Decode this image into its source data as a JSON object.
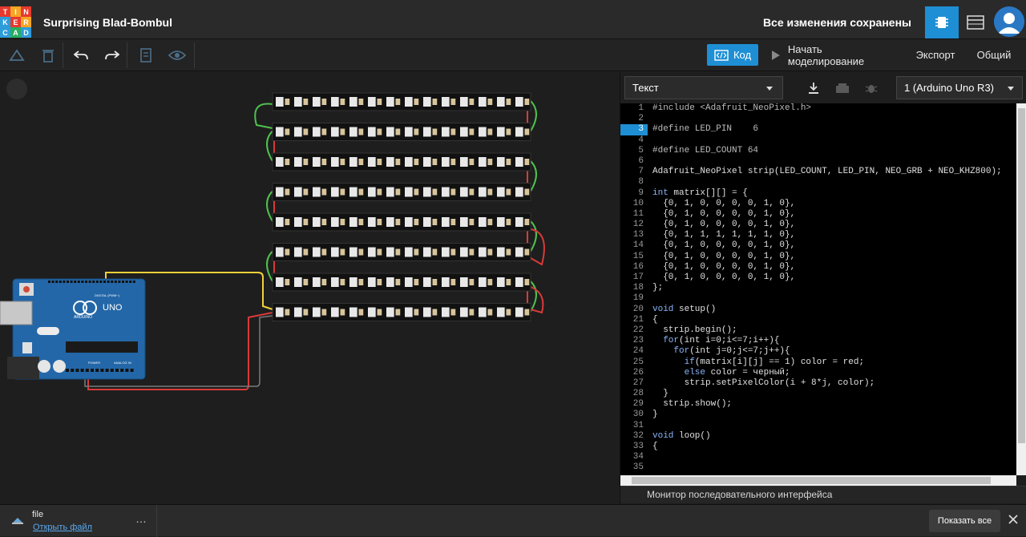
{
  "header": {
    "logo_letters": [
      "T",
      "I",
      "N",
      "K",
      "E",
      "R",
      "C",
      "A",
      "D"
    ],
    "logo_colors": [
      "#e8392e",
      "#f6a623",
      "#e8392e",
      "#2d9cdb",
      "#e8392e",
      "#f6a623",
      "#2d9cdb",
      "#27ae60",
      "#2d9cdb"
    ],
    "project_title": "Surprising Blad-Bombul",
    "save_status": "Все изменения сохранены",
    "accent": "#1e8fd4"
  },
  "toolbar": {
    "code_label": "Код",
    "simulate_label": "Начать моделирование",
    "export_label": "Экспорт",
    "share_label": "Общий"
  },
  "code_panel": {
    "mode": "Текст",
    "board": "1 (Arduino Uno R3)",
    "active_line": 3,
    "line_numbers": [
      1,
      2,
      3,
      4,
      5,
      6,
      7,
      8,
      9,
      10,
      11,
      12,
      13,
      14,
      15,
      16,
      17,
      18,
      19,
      20,
      21,
      22,
      23,
      24,
      25,
      26,
      27,
      28,
      29,
      30,
      31,
      32,
      33,
      34,
      35
    ],
    "lines": [
      "#include <Adafruit_NeoPixel.h>",
      "",
      "#define LED_PIN    6",
      "",
      "#define LED_COUNT 64",
      "",
      "Adafruit_NeoPixel strip(LED_COUNT, LED_PIN, NEO_GRB + NEO_KHZ800);",
      "",
      "int matrix[][] = {",
      "  {0, 1, 0, 0, 0, 0, 1, 0},",
      "  {0, 1, 0, 0, 0, 0, 1, 0},",
      "  {0, 1, 0, 0, 0, 0, 1, 0},",
      "  {0, 1, 1, 1, 1, 1, 1, 0},",
      "  {0, 1, 0, 0, 0, 0, 1, 0},",
      "  {0, 1, 0, 0, 0, 0, 1, 0},",
      "  {0, 1, 0, 0, 0, 0, 1, 0},",
      "  {0, 1, 0, 0, 0, 0, 1, 0},",
      "};",
      "",
      "void setup()",
      "{",
      "  strip.begin();",
      "  for(int i=0;i<=7;i++){",
      "    for(int j=0;j<=7;j++){",
      "      if(matrix[i][j] == 1) color = red;",
      "      else color = черный;",
      "      strip.setPixelColor(i + 8*j, color);",
      "  }",
      "  strip.show();",
      "}",
      "",
      "void loop()",
      "{",
      "",
      ""
    ],
    "serial_monitor_label": "Монитор последовательного интерфейса"
  },
  "circuit": {
    "board_name": "UNO",
    "board_brand": "ARDUINO",
    "digital_label": "DIGITAL (PWM~)",
    "power_label": "POWER",
    "analog_label": "ANALOG IN",
    "strip_count": 8,
    "leds_per_strip": 14,
    "wire_colors": {
      "data": "#4ec24e",
      "power": "#d93a3a",
      "ground": "#7a7a7a",
      "signal": "#f2d13a"
    }
  },
  "download_bar": {
    "file_name": "file",
    "open_file_label": "Открыть файл",
    "menu_label": "…",
    "show_all_label": "Показать все"
  }
}
